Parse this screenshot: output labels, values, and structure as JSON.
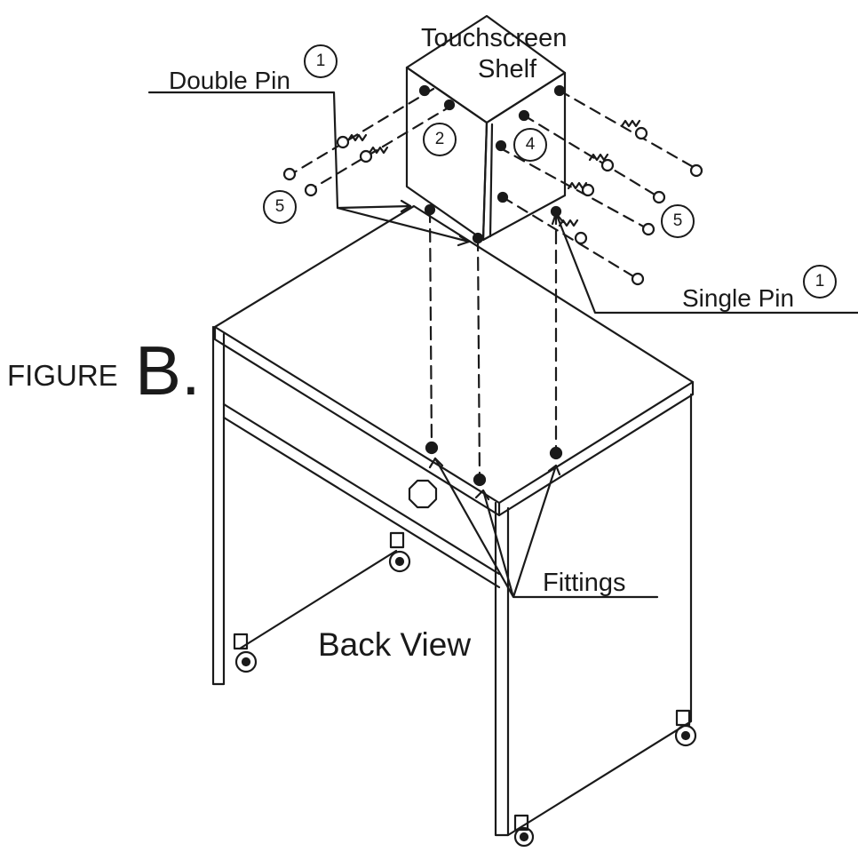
{
  "title_line1": "Touchscreen",
  "title_line2": "Shelf",
  "labels": {
    "double_pin": "Double Pin",
    "single_pin": "Single Pin",
    "fittings": "Fittings",
    "back_view": "Back View",
    "figure": "FIGURE",
    "figure_letter": "B."
  },
  "callouts": {
    "double_pin_num": "1",
    "single_pin_num": "1",
    "left_face_num": "2",
    "right_face_num": "4",
    "left_pins_num": "5",
    "right_pins_num": "5"
  }
}
